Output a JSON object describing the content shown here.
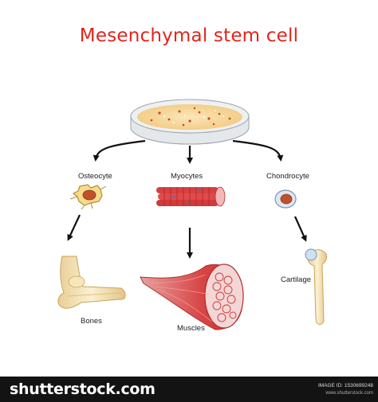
{
  "title": "Mesenchymal stem cell",
  "labels": {
    "osteocyte": "Osteocyte",
    "myocytes": "Myocytes",
    "chondrocyte": "Chondrocyte",
    "bones": "Bones",
    "muscles": "Muscles",
    "cartilage": "Cartilage"
  },
  "footer": {
    "logo": "shutterstock.com",
    "image_id": "IMAGE ID: 1530699248",
    "site": "www.shutterstock.com"
  },
  "colors": {
    "title": "#e3241c",
    "arrow": "#111111",
    "muscle": "#d63a3a",
    "bone": "#f3dfae",
    "cell_nucleus": "#c0512b",
    "footer_bg": "#131313"
  }
}
